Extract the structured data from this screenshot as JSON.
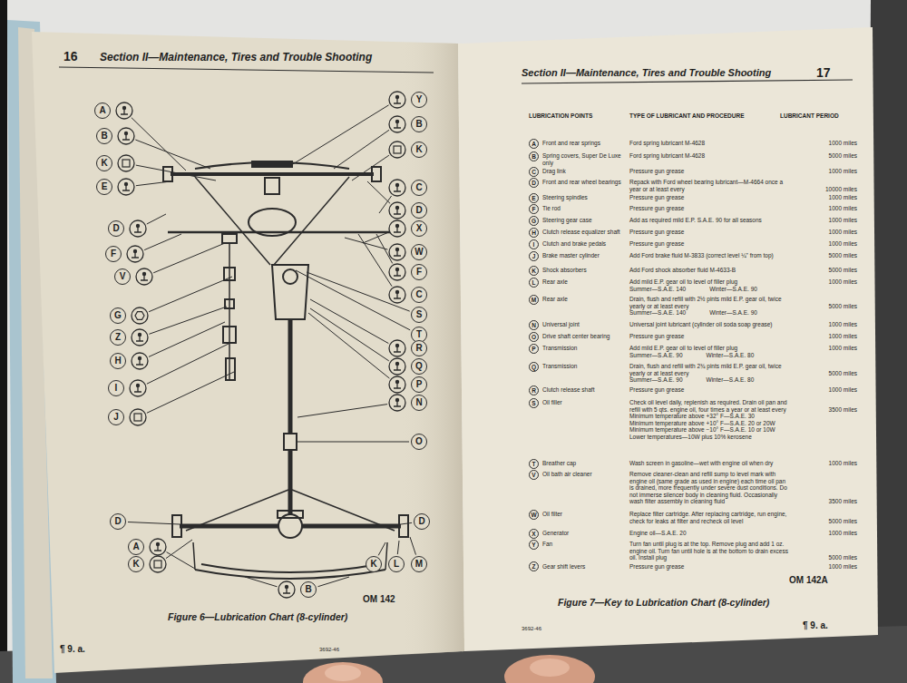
{
  "diagram": {
    "caption": "Figure 6—Lubrication Chart (8-cylinder)",
    "nodes": [
      {
        "text": [
          "A"
        ]
      },
      {
        "text": [
          "B"
        ]
      },
      {
        "text": [
          "K"
        ]
      },
      {
        "text": [
          "E"
        ]
      },
      {
        "text": [
          "D"
        ]
      },
      {
        "text": [
          "F"
        ]
      },
      {
        "text": [
          "V"
        ]
      },
      {
        "text": [
          "G"
        ]
      },
      {
        "text": [
          "Z"
        ]
      },
      {
        "text": [
          "H"
        ]
      },
      {
        "text": [
          "I"
        ]
      },
      {
        "text": [
          "J"
        ]
      },
      {
        "text": [
          "Y"
        ]
      },
      {
        "text": [
          "B"
        ]
      },
      {
        "text": [
          "K"
        ]
      },
      {
        "text": [
          "C"
        ]
      },
      {
        "text": [
          "D"
        ]
      },
      {
        "text": [
          "X"
        ]
      },
      {
        "text": [
          "W"
        ]
      },
      {
        "text": [
          "F"
        ]
      },
      {
        "text": [
          "C"
        ]
      },
      {
        "text": [
          "S"
        ]
      },
      {
        "text": [
          "T"
        ]
      },
      {
        "text": [
          "R"
        ]
      },
      {
        "text": [
          "Q"
        ]
      },
      {
        "text": [
          "P"
        ]
      },
      {
        "text": [
          "N"
        ]
      },
      {
        "text": [
          "O"
        ]
      },
      {
        "text": [
          "D"
        ]
      },
      {
        "text": [
          "D"
        ]
      },
      {
        "text": [
          "A"
        ]
      },
      {
        "text": [
          "K"
        ]
      },
      {
        "text": [
          "B"
        ]
      },
      {
        "text": [
          "K"
        ]
      },
      {
        "text": [
          "L"
        ]
      },
      {
        "text": [
          "M"
        ]
      },
      {
        "text": [
          "A"
        ]
      },
      {
        "text": [
          "B"
        ]
      },
      {
        "text": [
          "C"
        ]
      },
      {
        "text": [
          "D"
        ]
      },
      {
        "text": [
          "E"
        ]
      },
      {
        "text": [
          "F"
        ]
      },
      {
        "text": [
          "G"
        ]
      },
      {
        "text": [
          "H"
        ]
      },
      {
        "text": [
          "I"
        ]
      },
      {
        "text": [
          "J"
        ]
      },
      {
        "text": [
          "K"
        ]
      },
      {
        "text": [
          "L"
        ]
      },
      {
        "text": [
          "M"
        ]
      },
      {
        "text": [
          "N"
        ]
      },
      {
        "text": [
          "O"
        ]
      },
      {
        "text": [
          "P"
        ]
      },
      {
        "text": [
          "Q"
        ]
      },
      {
        "text": [
          "R"
        ]
      },
      {
        "text": [
          "S"
        ]
      },
      {
        "text": [
          "T"
        ]
      },
      {
        "text": [
          "V"
        ]
      },
      {
        "text": [
          "W"
        ]
      },
      {
        "text": [
          "X"
        ]
      },
      {
        "text": [
          "Y"
        ]
      },
      {
        "text": [
          "Z"
        ]
      }
    ],
    "labels": [
      "16",
      "Section II—Maintenance, Tires and Trouble Shooting",
      "OM 142",
      "¶ 9. a.",
      "3692-46",
      "Section II—Maintenance, Tires and Trouble Shooting",
      "17",
      "LUBRICATION POINTS",
      "TYPE OF LUBRICANT AND PROCEDURE",
      "LUBRICANT PERIOD",
      "Front and rear springs",
      "Ford spring lubricant M-4628",
      "1000 miles",
      "Spring covers, Super De Luxe only",
      "Ford spring lubricant M-4628",
      "5000 miles",
      "Drag link",
      "Pressure gun grease",
      "1000 miles",
      "Front and rear wheel bearings",
      "Repack with Ford wheel bearing lubricant—M-4664 once a year or at least every",
      "10000 miles",
      "Steering spindles",
      "Pressure gun grease",
      "1000 miles",
      "Tie rod",
      "Pressure gun grease",
      "1000 miles",
      "Steering gear case",
      "Add as required mild E.P. S.A.E. 90 for all seasons",
      "1000 miles",
      "Clutch release equalizer shaft",
      "Pressure gun grease",
      "1000 miles",
      "Clutch and brake pedals",
      "Pressure gun grease",
      "1000 miles",
      "Brake master cylinder",
      "Add Ford brake fluid M-3833 (correct level ¼\" from top)",
      "5000 miles",
      "Shock absorbers",
      "Add Ford shock absorber fluid M-4633-B",
      "5000 miles",
      "Rear axle",
      "Add mild E.P. gear oil to level of filler plug",
      "Summer—S.A.E. 140",
      "Winter—S.A.E. 90",
      "1000 miles",
      "Rear axle",
      "Drain, flush and refill with 2½ pints mild E.P. gear oil, twice yearly or at least every",
      "Summer—S.A.E. 140",
      "Winter—S.A.E. 90",
      "5000 miles",
      "Universal joint",
      "Universal joint lubricant (cylinder oil soda soap grease)",
      "1000 miles",
      "Drive shaft center bearing",
      "Pressure gun grease",
      "1000 miles",
      "Transmission",
      "Add mild E.P. gear oil to level of filler plug",
      "Summer—S.A.E. 90",
      "Winter—S.A.E. 80",
      "1000 miles",
      "Transmission",
      "Drain, flush and refill with 2¾ pints mild E.P. gear oil, twice yearly or at least every",
      "Summer—S.A.E. 90",
      "Winter—S.A.E. 80",
      "5000 miles",
      "Clutch release shaft",
      "Pressure gun grease",
      "1000 miles",
      "Oil filler",
      "Check oil level daily, replenish as required. Drain oil pan and refill with 5 qts. engine oil, four times a year or at least every",
      "Minimum temperature above +32° F—S.A.E. 30",
      "Minimum temperature above +10° F—S.A.E. 20 or 20W",
      "Minimum temperature above −10° F—S.A.E. 10 or 10W",
      "Lower temperatures—10W plus 10% kerosene",
      "3500 miles",
      "Breather cap",
      "Wash screen in gasoline—wet with engine oil when dry",
      "1000 miles",
      "Oil bath air cleaner",
      "Remove cleaner-clean and refill sump to level mark with engine oil (same grade as used in engine) each time oil pan is drained, more frequently under severe dust conditions. Do not immerse silencer body in cleaning fluid. Occasionally wash filter assembly in cleaning fluid",
      "3500 miles",
      "Oil filter",
      "Replace filter cartridge. After replacing cartridge, run engine, check for leaks at filter and recheck oil level",
      "5000 miles",
      "Generator",
      "Engine oil—S.A.E. 20",
      "1000 miles",
      "Fan",
      "Turn fan until plug is at the top. Remove plug and add 1 oz. engine oil. Turn fan until hole is at the bottom to drain excess oil. Install plug",
      "5000 miles",
      "Gear shift levers",
      "Pressure gun grease",
      "1000 miles",
      "Figure 7—Key to Lubrication Chart (8-cylinder)",
      "OM 142A",
      "3692-46",
      "¶ 9. a."
    ]
  }
}
